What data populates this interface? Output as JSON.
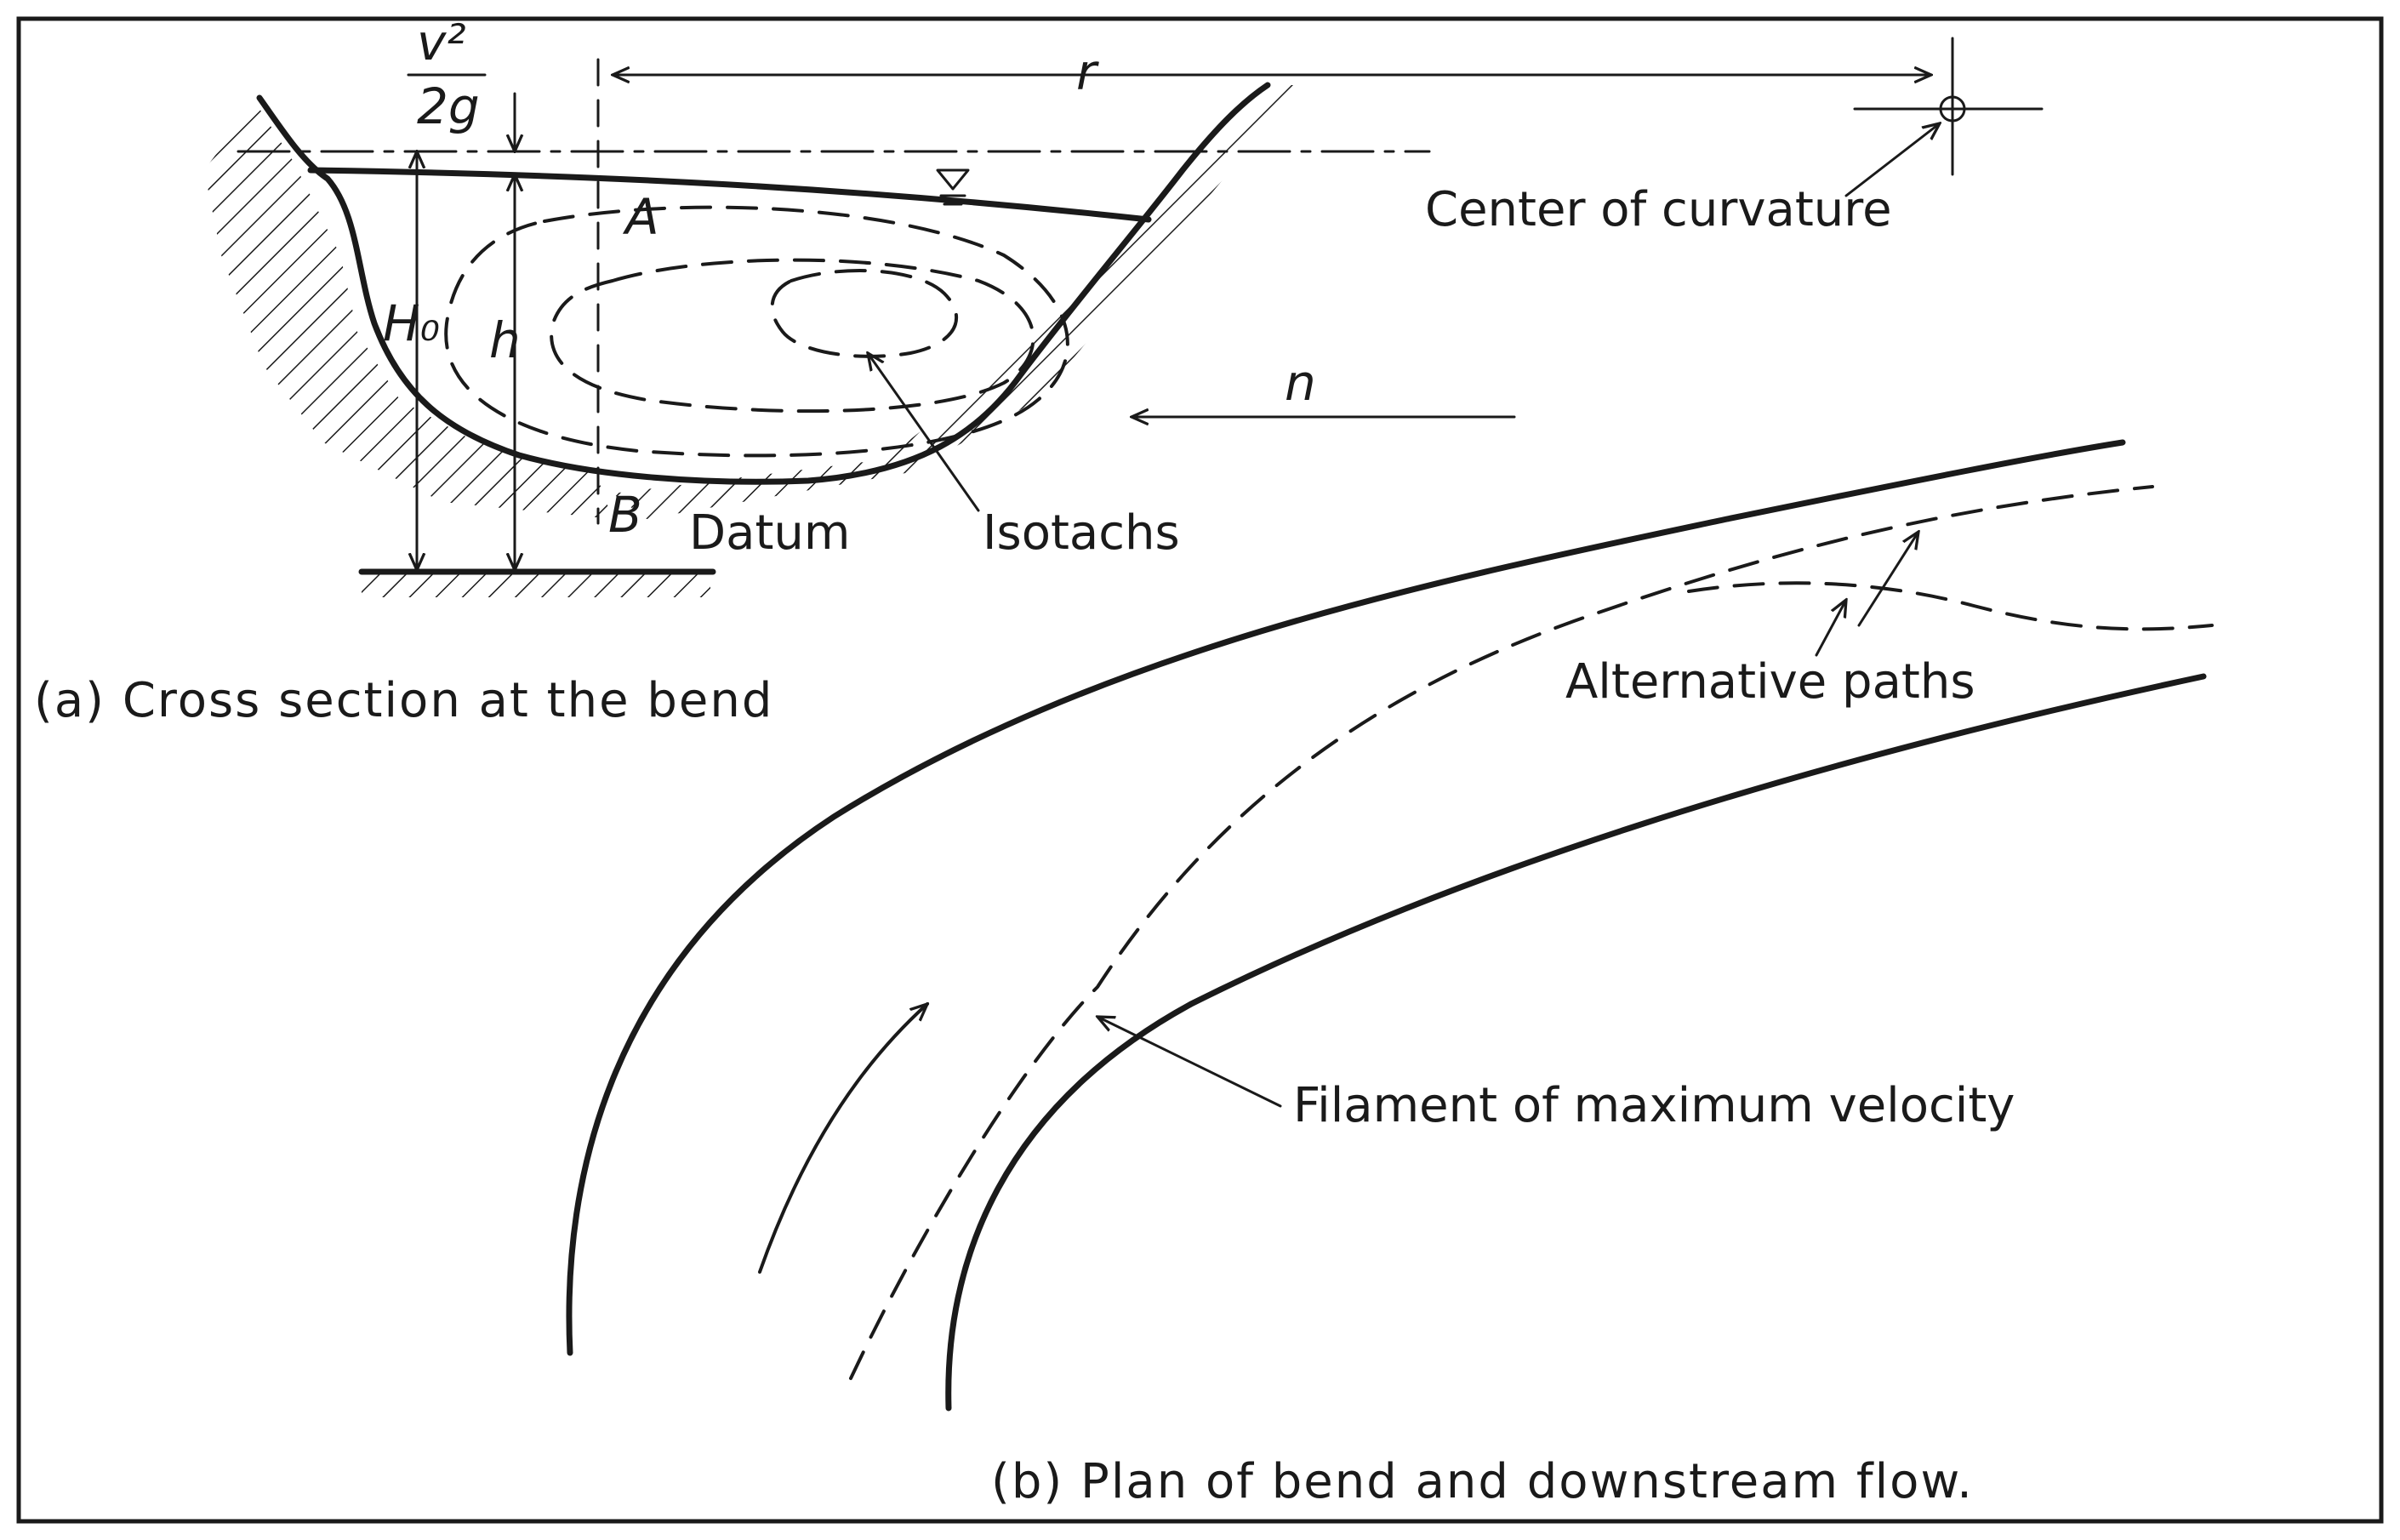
{
  "labels": {
    "v2": "v²",
    "two_g": "2g",
    "r": "r",
    "center_of_curvature": "Center of curvature",
    "A": "A",
    "B": "B",
    "H0": "H₀",
    "h": "h",
    "n": "n",
    "datum": "Datum",
    "isotachs": "Isotachs",
    "alternative_paths": "Alternative paths",
    "filament": "Filament of maximum velocity"
  },
  "captions": {
    "a": "(a) Cross section at the bend",
    "b": "(b) Plan of bend and downstream flow."
  }
}
